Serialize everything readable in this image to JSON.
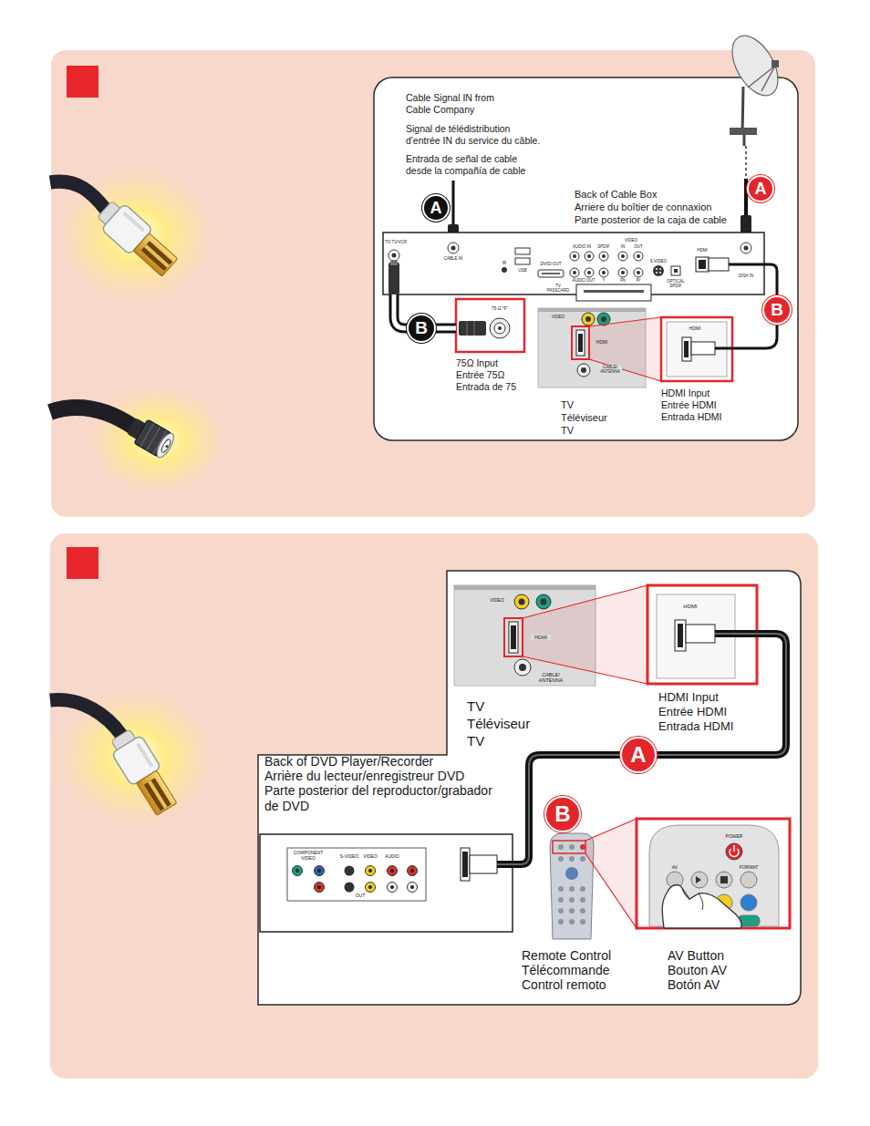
{
  "diagram": {
    "nodes": [
      {
        "text": [
          "Back of Cable Box",
          "Arriere du boîtier de connaxion",
          "Parte posterior de la caja de cable",
          "TO TV/VCR",
          "CABLE IN",
          "IR",
          "USB",
          "DVI/D-OUT",
          "AUDIO IN",
          "SPDIF",
          "VIDEO",
          "IN",
          "OUT",
          "AUDIO OUT",
          "Y",
          "Pb",
          "Pr",
          "TV PASSCARD",
          "S-VIDEO",
          "OPTICAL SPDIF",
          "HDMI",
          "DISH IN"
        ]
      },
      {
        "text": [
          "75 Ω \"F\"",
          "75Ω Input",
          "Entrée 75Ω",
          "Entrada de 75"
        ]
      },
      {
        "text": [
          "VIDEO",
          "HDMI",
          "CABLE/ ANTENNA",
          "TV",
          "Téléviseur",
          "TV"
        ]
      },
      {
        "text": [
          "HDMI",
          "HDMI Input",
          "Entrée HDMI",
          "Entrada HDMI"
        ]
      },
      {
        "text": [
          "VIDEO",
          "HDMI",
          "CABLE/ ANTENNA",
          "TV",
          "Téléviseur",
          "TV"
        ]
      },
      {
        "text": [
          "HDMI",
          "HDMI Input",
          "Entrée HDMI",
          "Entrada HDMI"
        ]
      },
      {
        "text": [
          "Back of DVD Player/Recorder",
          "Arrière du lecteur/enregistreur DVD",
          "Parte posterior del reproductor/grabador de DVD",
          "COMPONENT VIDEO",
          "S-VIDEO",
          "VIDEO",
          "AUDIO",
          "OUT"
        ]
      },
      {
        "text": [
          "POWER",
          "AV",
          "FORMAT",
          "AV Button",
          "Bouton AV",
          "Botón AV"
        ]
      }
    ],
    "edges": [
      {
        "from": 0,
        "to": 1,
        "label": "B",
        "arrow": "none"
      },
      {
        "from": 0,
        "to": 3,
        "label": "B",
        "arrow": "none"
      },
      {
        "from": 6,
        "to": 5,
        "label": "A",
        "arrow": "none"
      }
    ],
    "labels": [
      "Cable Signal IN from Cable Company",
      "Signal de télédistribution d'entrée IN du service du câble.",
      "Entrada de señal de cable desde la compañía de cable",
      "A",
      "A",
      "B",
      "Remote Control",
      "Télécommande",
      "Control remoto"
    ]
  }
}
